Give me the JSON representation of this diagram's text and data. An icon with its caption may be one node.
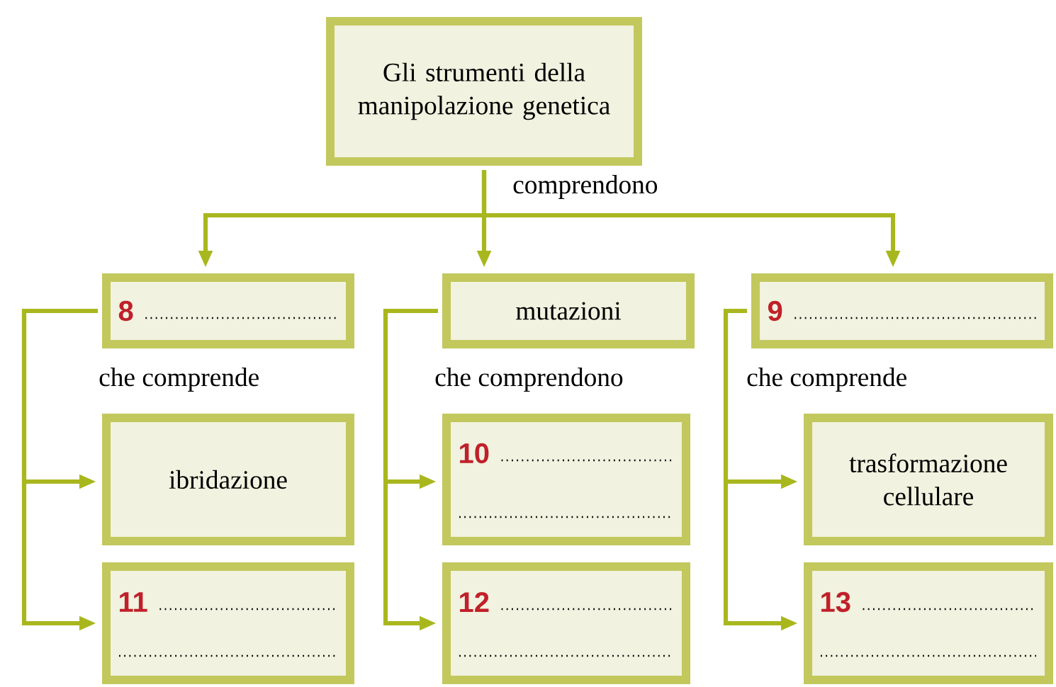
{
  "diagram": {
    "nodes": [
      {
        "text": [
          "Gli strumenti della manipolazione genetica"
        ]
      },
      {
        "text": [
          "8"
        ],
        "beside": [
          "che comprende"
        ]
      },
      {
        "text": [
          "mutazioni"
        ],
        "beside": [
          "che comprendono"
        ]
      },
      {
        "text": [
          "9"
        ],
        "beside": [
          "che comprende"
        ]
      },
      {
        "text": [
          "ibridazione"
        ]
      },
      {
        "text": [
          "10"
        ]
      },
      {
        "text": [
          "trasformazione cellulare"
        ]
      },
      {
        "text": [
          "11"
        ]
      },
      {
        "text": [
          "12"
        ]
      },
      {
        "text": [
          "13"
        ]
      }
    ],
    "edges": [
      {
        "from": 0,
        "to": 1,
        "arrow": "to"
      },
      {
        "from": 0,
        "to": 2,
        "arrow": "to",
        "label": "comprendono"
      },
      {
        "from": 0,
        "to": 3,
        "arrow": "to"
      },
      {
        "from": 1,
        "to": 4,
        "arrow": "to"
      },
      {
        "from": 1,
        "to": 7,
        "arrow": "to"
      },
      {
        "from": 2,
        "to": 5,
        "arrow": "to"
      },
      {
        "from": 2,
        "to": 8,
        "arrow": "to"
      },
      {
        "from": 3,
        "to": 6,
        "arrow": "to"
      },
      {
        "from": 3,
        "to": 9,
        "arrow": "to"
      }
    ]
  }
}
